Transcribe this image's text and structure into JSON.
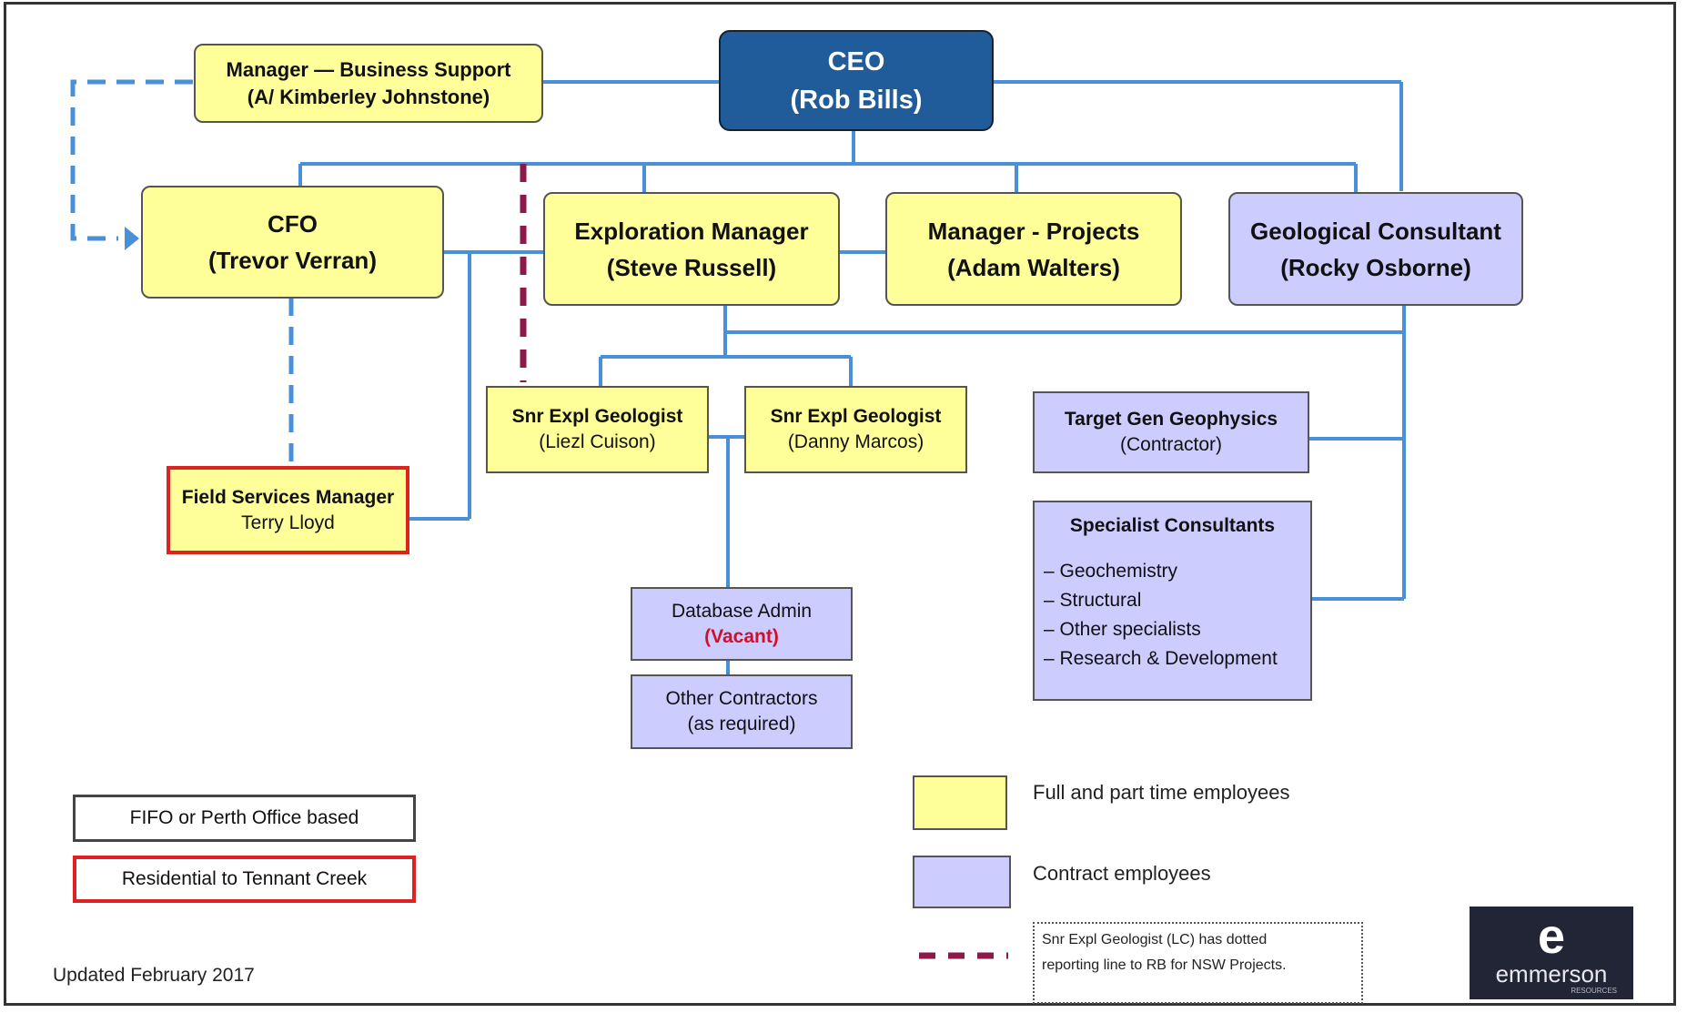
{
  "ceo": {
    "title": "CEO",
    "name": "(Rob Bills)"
  },
  "business_support": {
    "title": "Manager — Business Support",
    "name": "(A/ Kimberley Johnstone)"
  },
  "cfo": {
    "title": "CFO",
    "name": "(Trevor Verran)"
  },
  "exploration_manager": {
    "title": "Exploration Manager",
    "name": "(Steve Russell)"
  },
  "manager_projects": {
    "title": "Manager - Projects",
    "name": "(Adam Walters)"
  },
  "geological_consultant": {
    "title": "Geological Consultant",
    "name": "(Rocky Osborne)"
  },
  "snr_geologist_1": {
    "title": "Snr Expl Geologist",
    "name": "(Liezl Cuison)"
  },
  "snr_geologist_2": {
    "title": "Snr Expl Geologist",
    "name": "(Danny Marcos)"
  },
  "field_services": {
    "title": "Field Services Manager",
    "name": "Terry Lloyd"
  },
  "target_gen": {
    "title": "Target Gen Geophysics",
    "name": "(Contractor)"
  },
  "specialists": {
    "title": "Specialist Consultants",
    "items": [
      "– Geochemistry",
      "– Structural",
      "– Other specialists",
      "– Research & Development"
    ]
  },
  "database_admin": {
    "title": "Database Admin",
    "status": "(Vacant)"
  },
  "other_contractors": {
    "title": "Other Contractors",
    "note": "(as required)"
  },
  "legend": {
    "fifo": "FIFO or Perth Office based",
    "residential": "Residential to Tennant Creek",
    "full_part_time": "Full and part time employees",
    "contract": "Contract employees",
    "dotted_note_line1": "Snr Expl Geologist (LC) has dotted",
    "dotted_note_line2": "reporting line to RB for NSW Projects.",
    "colors": {
      "employee": "#ffff99",
      "contract": "#ccccff",
      "ceo": "#1f5c99",
      "residential_border": "#dd2222",
      "line": "#4a90d9",
      "dotted_report": "#8b1a4a"
    }
  },
  "updated": "Updated February 2017",
  "logo": {
    "mark": "e",
    "word": "emmerson",
    "sub": "RESOURCES"
  }
}
